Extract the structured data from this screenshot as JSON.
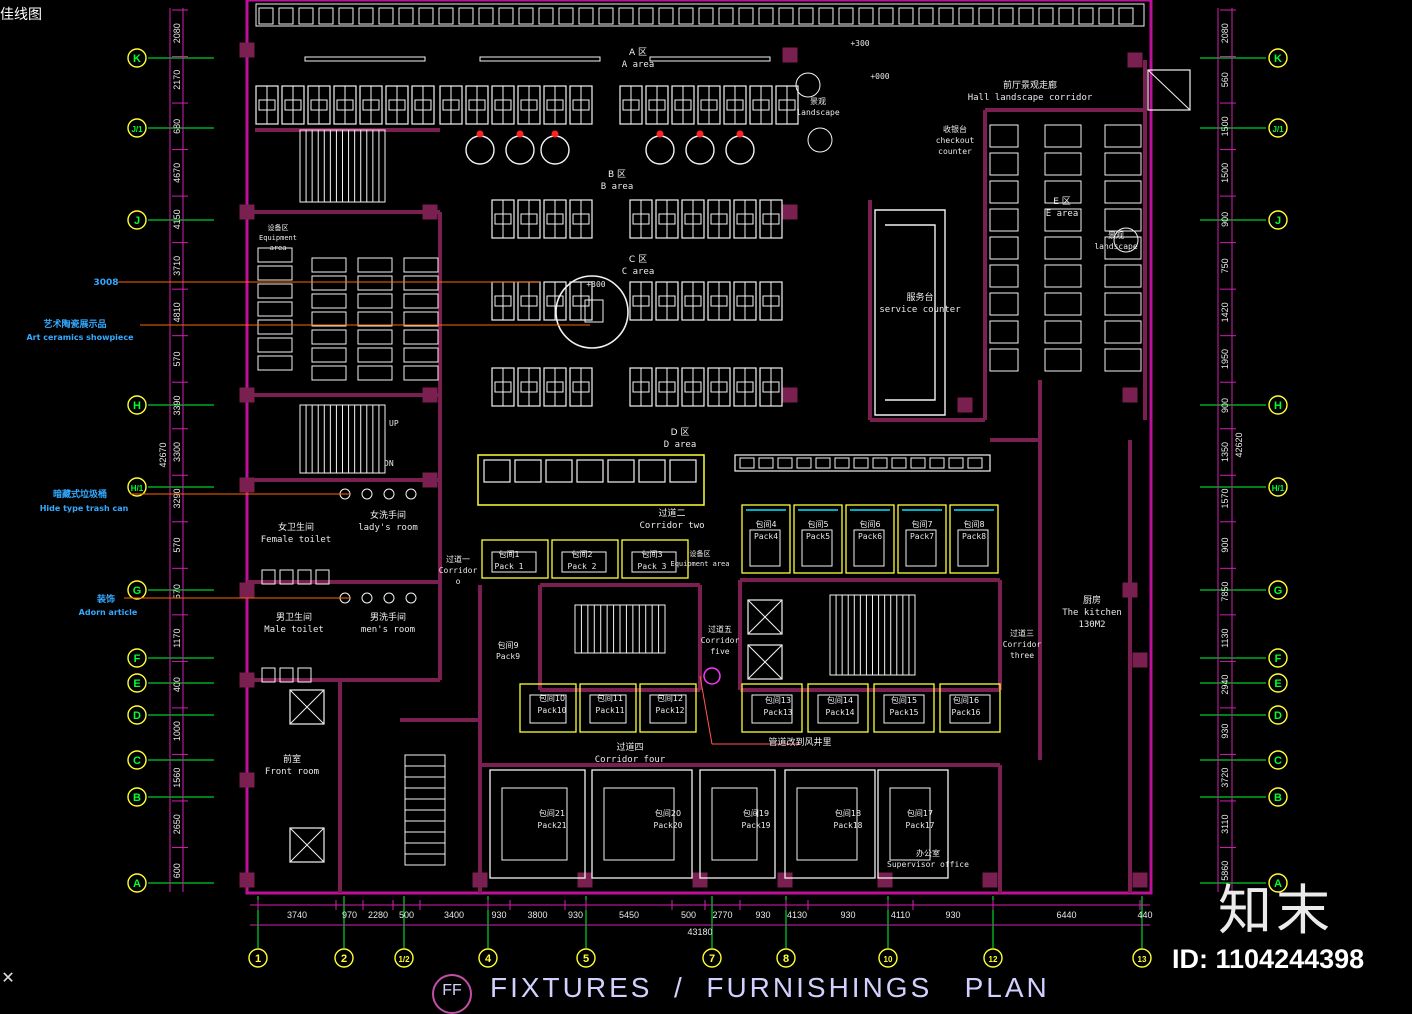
{
  "window_title": "佳线图",
  "plan_title": "FIXTURES  /  FURNISHINGS   PLAN",
  "plan_code": "FF",
  "watermark": {
    "logo": "知末",
    "id": "ID: 1104244398"
  },
  "close_icon": "close-icon",
  "colors": {
    "wall": "#7a2050",
    "border": "#c0109a",
    "furniture": "#f2f2f2",
    "axis": "#00ff33",
    "yellow": "#ffff33",
    "cyan": "#00e5ff",
    "callout": "#33aaff"
  },
  "grid": {
    "row_labels": [
      "K",
      "J/1",
      "J",
      "H",
      "H/1",
      "G",
      "F",
      "E",
      "D",
      "C",
      "B",
      "A"
    ],
    "col_labels": [
      "1",
      "2",
      "1/2",
      "4",
      "5",
      "7",
      "8",
      "10",
      "12",
      "13"
    ],
    "left_dims": [
      "2080",
      "2170",
      "680",
      "4670",
      "4150",
      "3710",
      "4810",
      "570",
      "3390",
      "3300",
      "3290",
      "570",
      "570",
      "1170",
      "400",
      "1000",
      "1560",
      "2650",
      "600"
    ],
    "left_total": "42670",
    "right_dims": [
      "2080",
      "560",
      "1500",
      "1500",
      "900",
      "750",
      "1420",
      "1950",
      "900",
      "1350",
      "1570",
      "900",
      "7850",
      "1130",
      "2940",
      "930",
      "3720",
      "3110",
      "5860"
    ],
    "right_total": "42620",
    "bottom_dims": [
      "3740",
      "970",
      "2280",
      "500",
      "3400",
      "930",
      "3800",
      "930",
      "5450",
      "500",
      "2770",
      "930",
      "4130",
      "930",
      "4110",
      "930",
      "6440",
      "440"
    ],
    "bottom_total": "43180"
  },
  "rooms": {
    "a_area": [
      "A 区",
      "A area"
    ],
    "b_area": [
      "B 区",
      "B area"
    ],
    "c_area": [
      "C 区",
      "C area"
    ],
    "d_area": [
      "D 区",
      "D area"
    ],
    "e_area": [
      "E 区",
      "E area"
    ],
    "landscape": [
      "景观",
      "landscape"
    ],
    "landscape2": [
      "景观",
      "landscape"
    ],
    "hall_corridor": [
      "前厅景观走廊",
      "Hall landscape corridor"
    ],
    "checkout": [
      "收银台",
      "checkout",
      "counter"
    ],
    "service": [
      "服务台",
      "service counter"
    ],
    "female_toilet": [
      "女卫生间",
      "Female toilet"
    ],
    "lady_room": [
      "女洗手间",
      "lady's room"
    ],
    "male_toilet": [
      "男卫生间",
      "Male toilet"
    ],
    "men_room": [
      "男洗手间",
      "men's room"
    ],
    "front_room": [
      "前室",
      "Front room"
    ],
    "kitchen": [
      "厨房",
      "The kitchen",
      "130M2"
    ],
    "corridor_one": [
      "过道一",
      "Corridor",
      "o"
    ],
    "corridor_two": [
      "过道二",
      "Corridor two"
    ],
    "corridor_three": [
      "过道三",
      "Corridor",
      "three"
    ],
    "corridor_four": [
      "过道四",
      "Corridor four"
    ],
    "corridor_five": [
      "过道五",
      "Corridor",
      "five"
    ],
    "shaft_note": "管道改到风井里",
    "equipment": [
      "设备区",
      "Equipment area"
    ],
    "equipment_left": [
      "设备区",
      "Equipment",
      "area"
    ],
    "plus300_a": "+300",
    "plus000": "+000",
    "plus300_b": "+300",
    "up": "UP",
    "dn": "DN",
    "packs_top": [
      [
        "包间4",
        "Pack4"
      ],
      [
        "包间5",
        "Pack5"
      ],
      [
        "包间6",
        "Pack6"
      ],
      [
        "包间7",
        "Pack7"
      ],
      [
        "包间8",
        "Pack8"
      ]
    ],
    "packs_mid": [
      [
        "包间1",
        "Pack 1"
      ],
      [
        "包间2",
        "Pack 2"
      ],
      [
        "包间3",
        "Pack 3"
      ]
    ],
    "pack9": [
      "包间9",
      "Pack9"
    ],
    "packs_low": [
      [
        "包间10",
        "Pack10"
      ],
      [
        "包间11",
        "Pack11"
      ],
      [
        "包间12",
        "Pack12"
      ]
    ],
    "packs_right": [
      [
        "包间13",
        "Pack13"
      ],
      [
        "包间14",
        "Pack14"
      ],
      [
        "包间15",
        "Pack15"
      ],
      [
        "包间16",
        "Pack16"
      ]
    ],
    "packs_bottom": [
      [
        "包间21",
        "Pack21"
      ],
      [
        "包间20",
        "Pack20"
      ],
      [
        "包间19",
        "Pack19"
      ],
      [
        "包间18",
        "Pack18"
      ],
      [
        "包间17",
        "Pack17"
      ]
    ],
    "office": [
      "办公室",
      "Supervisor office"
    ]
  },
  "callouts": {
    "c1": "3008",
    "art": [
      "艺术陶瓷展示品",
      "Art ceramics showpiece"
    ],
    "trash": [
      "暗藏式垃圾桶",
      "Hide type trash can"
    ],
    "adorn": [
      "装饰",
      "Adorn article"
    ]
  }
}
